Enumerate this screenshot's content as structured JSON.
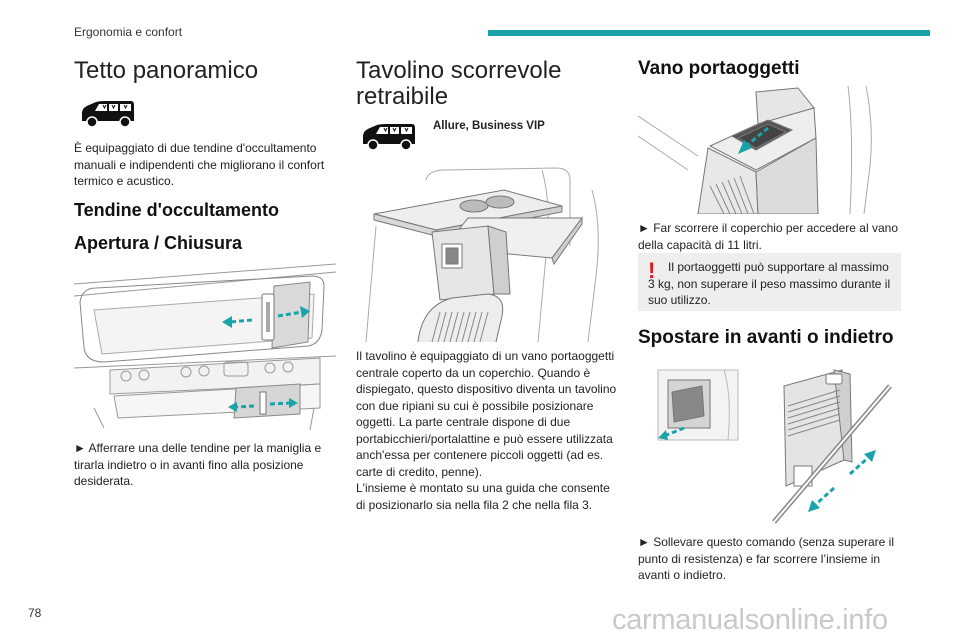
{
  "header": {
    "section": "Ergonomia e confort",
    "page_number": "78",
    "accent_color": "#1aa3a8"
  },
  "col1": {
    "title": "Tetto panoramico",
    "car_icon": "van-icon",
    "intro": "È equipaggiato di due tendine d'occultamento manuali e indipendenti che migliorano il confort termico e acustico.",
    "section_title": "Tendine d'occultamento",
    "subsection_title": "Apertura / Chiusura",
    "instruction": "► Afferrare una delle tendine per la maniglia e tirarla indietro o in avanti fino alla posizione desiderata."
  },
  "col2": {
    "title": "Tavolino scorrevole retraibile",
    "car_icon": "van-icon",
    "versions": "Allure, Business VIP",
    "body_lines": [
      "Il tavolino è equipaggiato di un vano portaoggetti",
      "centrale coperto da un coperchio. Quando è",
      "dispiegato, questo dispositivo diventa un tavolino",
      "con due ripiani su cui è possibile posizionare",
      "oggetti. La parte centrale dispone di due",
      "portabicchieri/portalattine e può essere utilizzata",
      "anch'essa per contenere piccoli oggetti (ad es.",
      "carte di credito, penne).",
      "L'insieme è montato su una guida che consente",
      "di posizionarlo sia nella fila 2 che nella fila 3."
    ]
  },
  "col3": {
    "title1": "Vano portaoggetti",
    "instruction1": "► Far scorrere il coperchio per accedere al vano della capacità di 11 litri.",
    "warning_icon": "exclamation-icon",
    "warning": "Il portaoggetti può supportare al massimo 3 kg, non superare il peso massimo durante il suo utilizzo.",
    "title2": "Spostare in avanti o indietro",
    "instruction2": "► Sollevare questo comando (senza superare il punto di resistenza) e far scorrere l’insieme in avanti o indietro."
  },
  "watermark": "carmanualsonline.info"
}
